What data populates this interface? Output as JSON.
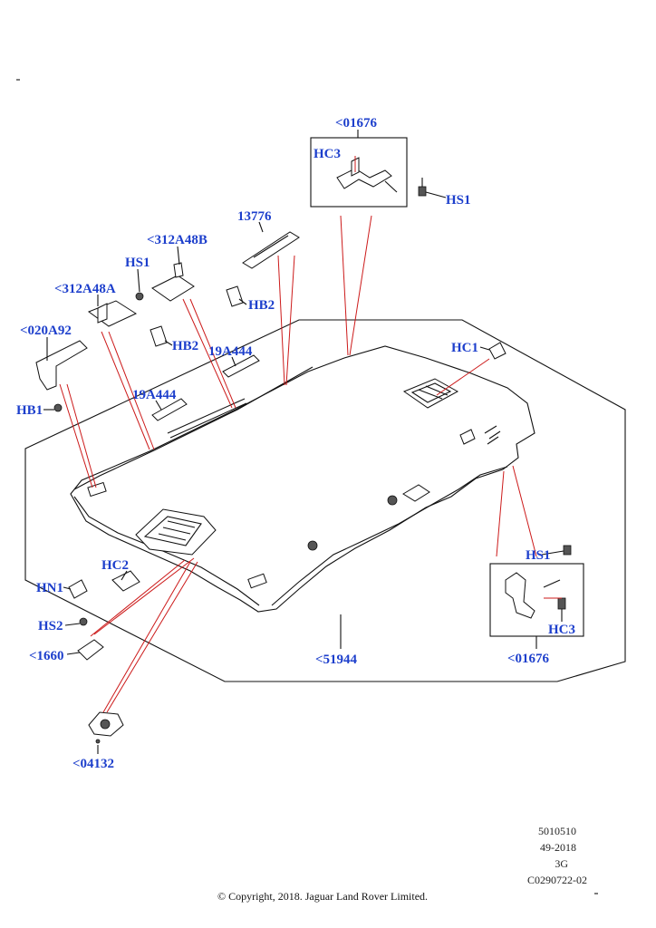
{
  "callouts": {
    "c01676_top": "<01676",
    "hc3_top": "HC3",
    "hs1_top": "HS1",
    "p13776": "13776",
    "p312a48b": "<312A48B",
    "hs1_left": "HS1",
    "hb2_a": "HB2",
    "p312a48a": "<312A48A",
    "p020a92": "<020A92",
    "hb2_b": "HB2",
    "p19a444_a": "19A444",
    "hc1": "HC1",
    "p19a444_b": "19A444",
    "hb1": "HB1",
    "hs1_right": "HS1",
    "hc2": "HC2",
    "hn1": "HN1",
    "hs2": "HS2",
    "c1660": "<1660",
    "c51944": "<51944",
    "hc3_right": "HC3",
    "c01676_right": "<01676",
    "c04132": "<04132"
  },
  "meta": {
    "line1": "5010510",
    "line2": "49-2018",
    "line3": "3G",
    "line4": "C0290722-02"
  },
  "copyright": "© Copyright, 2018. Jaguar Land Rover Limited.",
  "colors": {
    "callout": "#1d3fcc",
    "leader": "#cc1a1a",
    "line": "#111111"
  }
}
